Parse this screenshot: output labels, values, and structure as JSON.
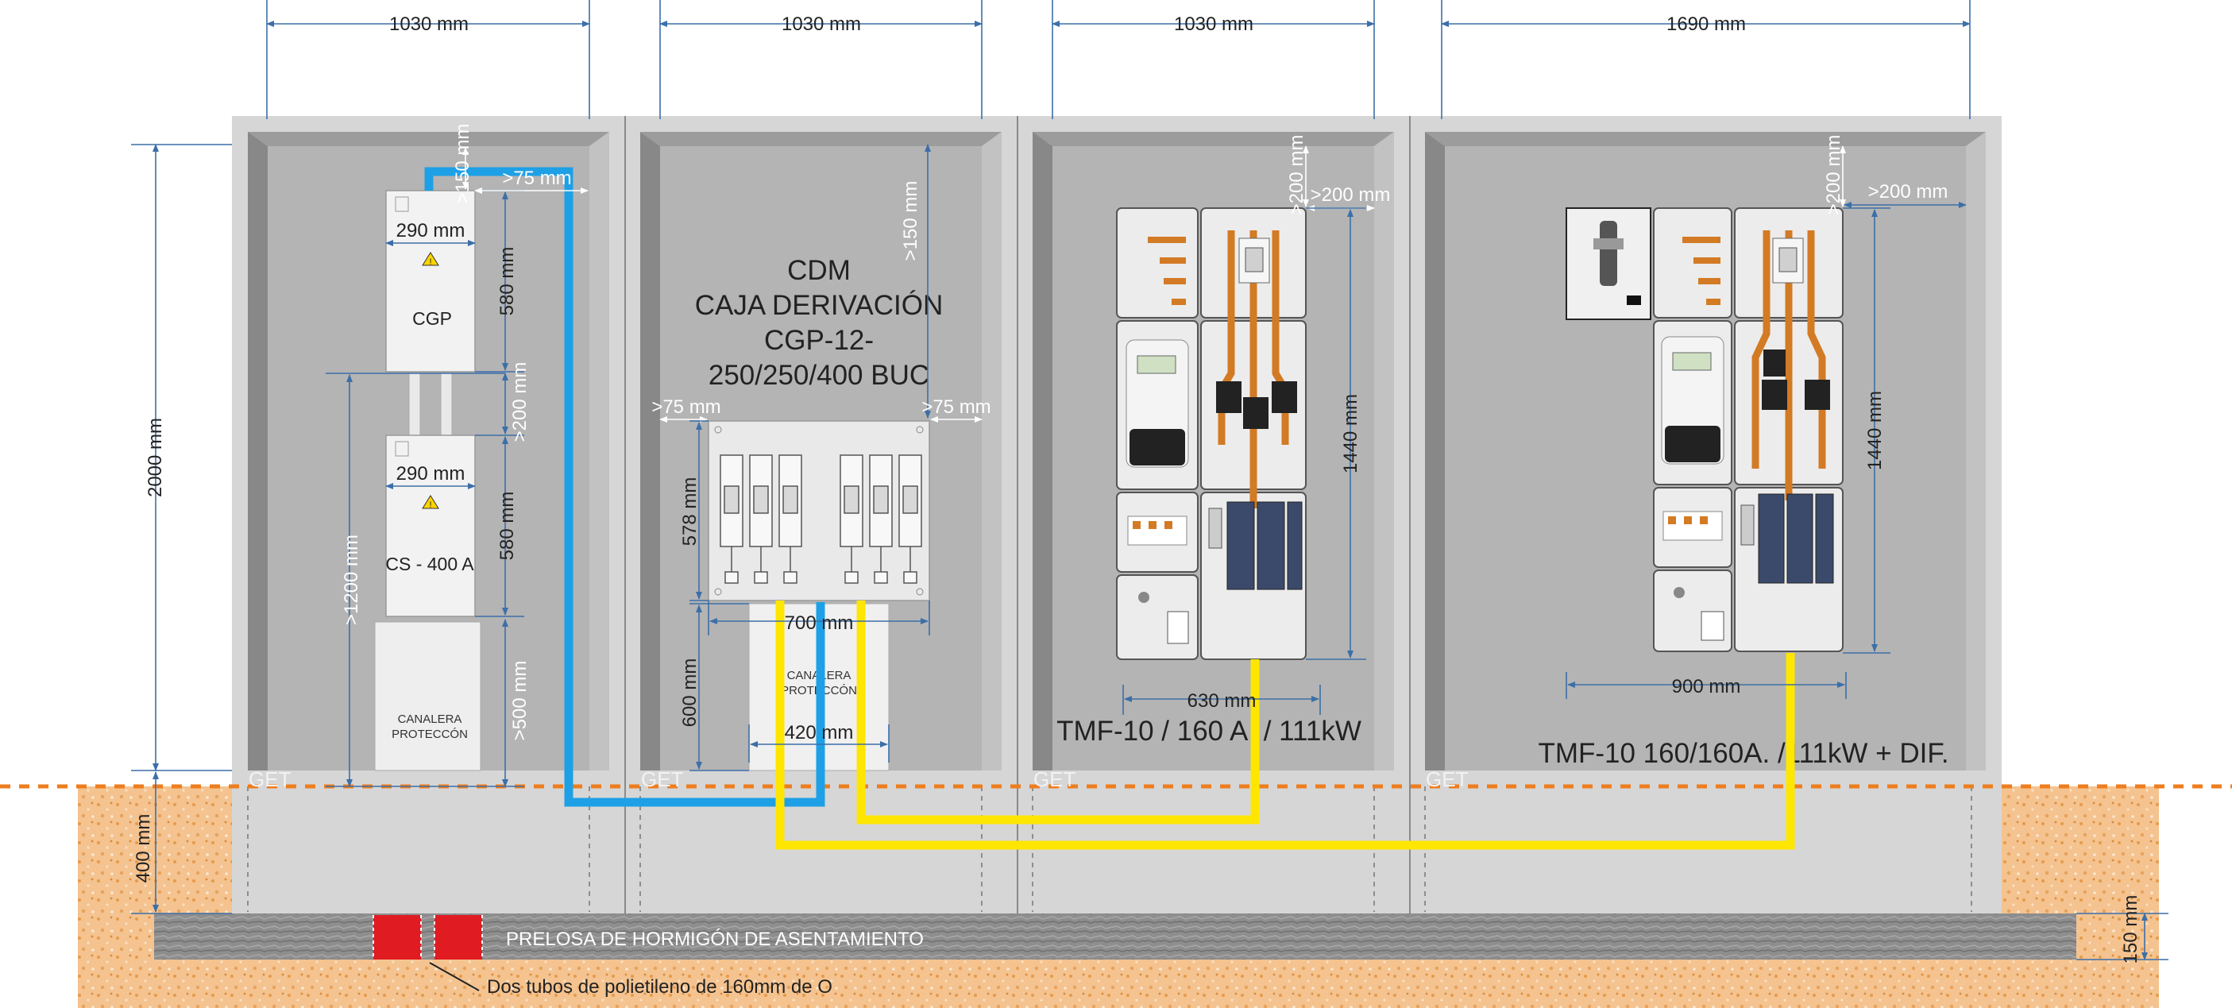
{
  "colors": {
    "wall": "#d7d7d7",
    "niche": "#b5b5b5",
    "earth": "#f4c38f",
    "slab": "#8d8d8d",
    "blue_cable": "#1ea0e6",
    "yellow_cable": "#ffe600",
    "dim_line": "#3c6fa8",
    "ground_line": "#ee7d1e",
    "tube": "#e11b22"
  },
  "top_dimensions": [
    "1030 mm",
    "1030 mm",
    "1030 mm",
    "1690 mm"
  ],
  "left_dimensions": {
    "height": "2000 mm",
    "depth": "400 mm"
  },
  "right_dimension": "150 mm",
  "ground_label": "GET",
  "bay1": {
    "cgp_width": "290 mm",
    "cgp_label": "CGP",
    "cgp_height": "580 mm",
    "top_clearance": ">150 mm",
    "side_clearance": ">75 mm",
    "gap": ">200 mm",
    "cs_width": "290 mm",
    "cs_label": "CS - 400 A",
    "cs_height": "580 mm",
    "min_height": ">1200 mm",
    "bottom_clearance": ">500 mm",
    "canalera_lines": [
      "CANALERA",
      "PROTECCÓN"
    ]
  },
  "bay2": {
    "title_lines": [
      "CDM",
      "CAJA DERIVACIÓN",
      "CGP-12-",
      "250/250/400 BUC"
    ],
    "top_clearance": ">150 mm",
    "left_clearance": ">75 mm",
    "right_clearance": ">75 mm",
    "panel_height": "578 mm",
    "panel_width": "700 mm",
    "canalera_height": "600 mm",
    "canalera_width": "420 mm",
    "canalera_lines": [
      "CANALERA",
      "PROTECCÓN"
    ]
  },
  "bay3": {
    "top_clearance": ">200 mm",
    "side_clearance": ">200 mm",
    "height": "1440 mm",
    "width": "630 mm",
    "label": "TMF-10 / 160 A. / 111kW"
  },
  "bay4": {
    "top_clearance": ">200 mm",
    "side_clearance": ">200 mm",
    "height": "1440 mm",
    "width": "900 mm",
    "label": "TMF-10 160/160A. /111kW + DIF."
  },
  "slab_label": "PRELOSA DE HORMIGÓN DE ASENTAMIENTO",
  "tubes_label": "Dos tubos de polietileno de 160mm de O"
}
